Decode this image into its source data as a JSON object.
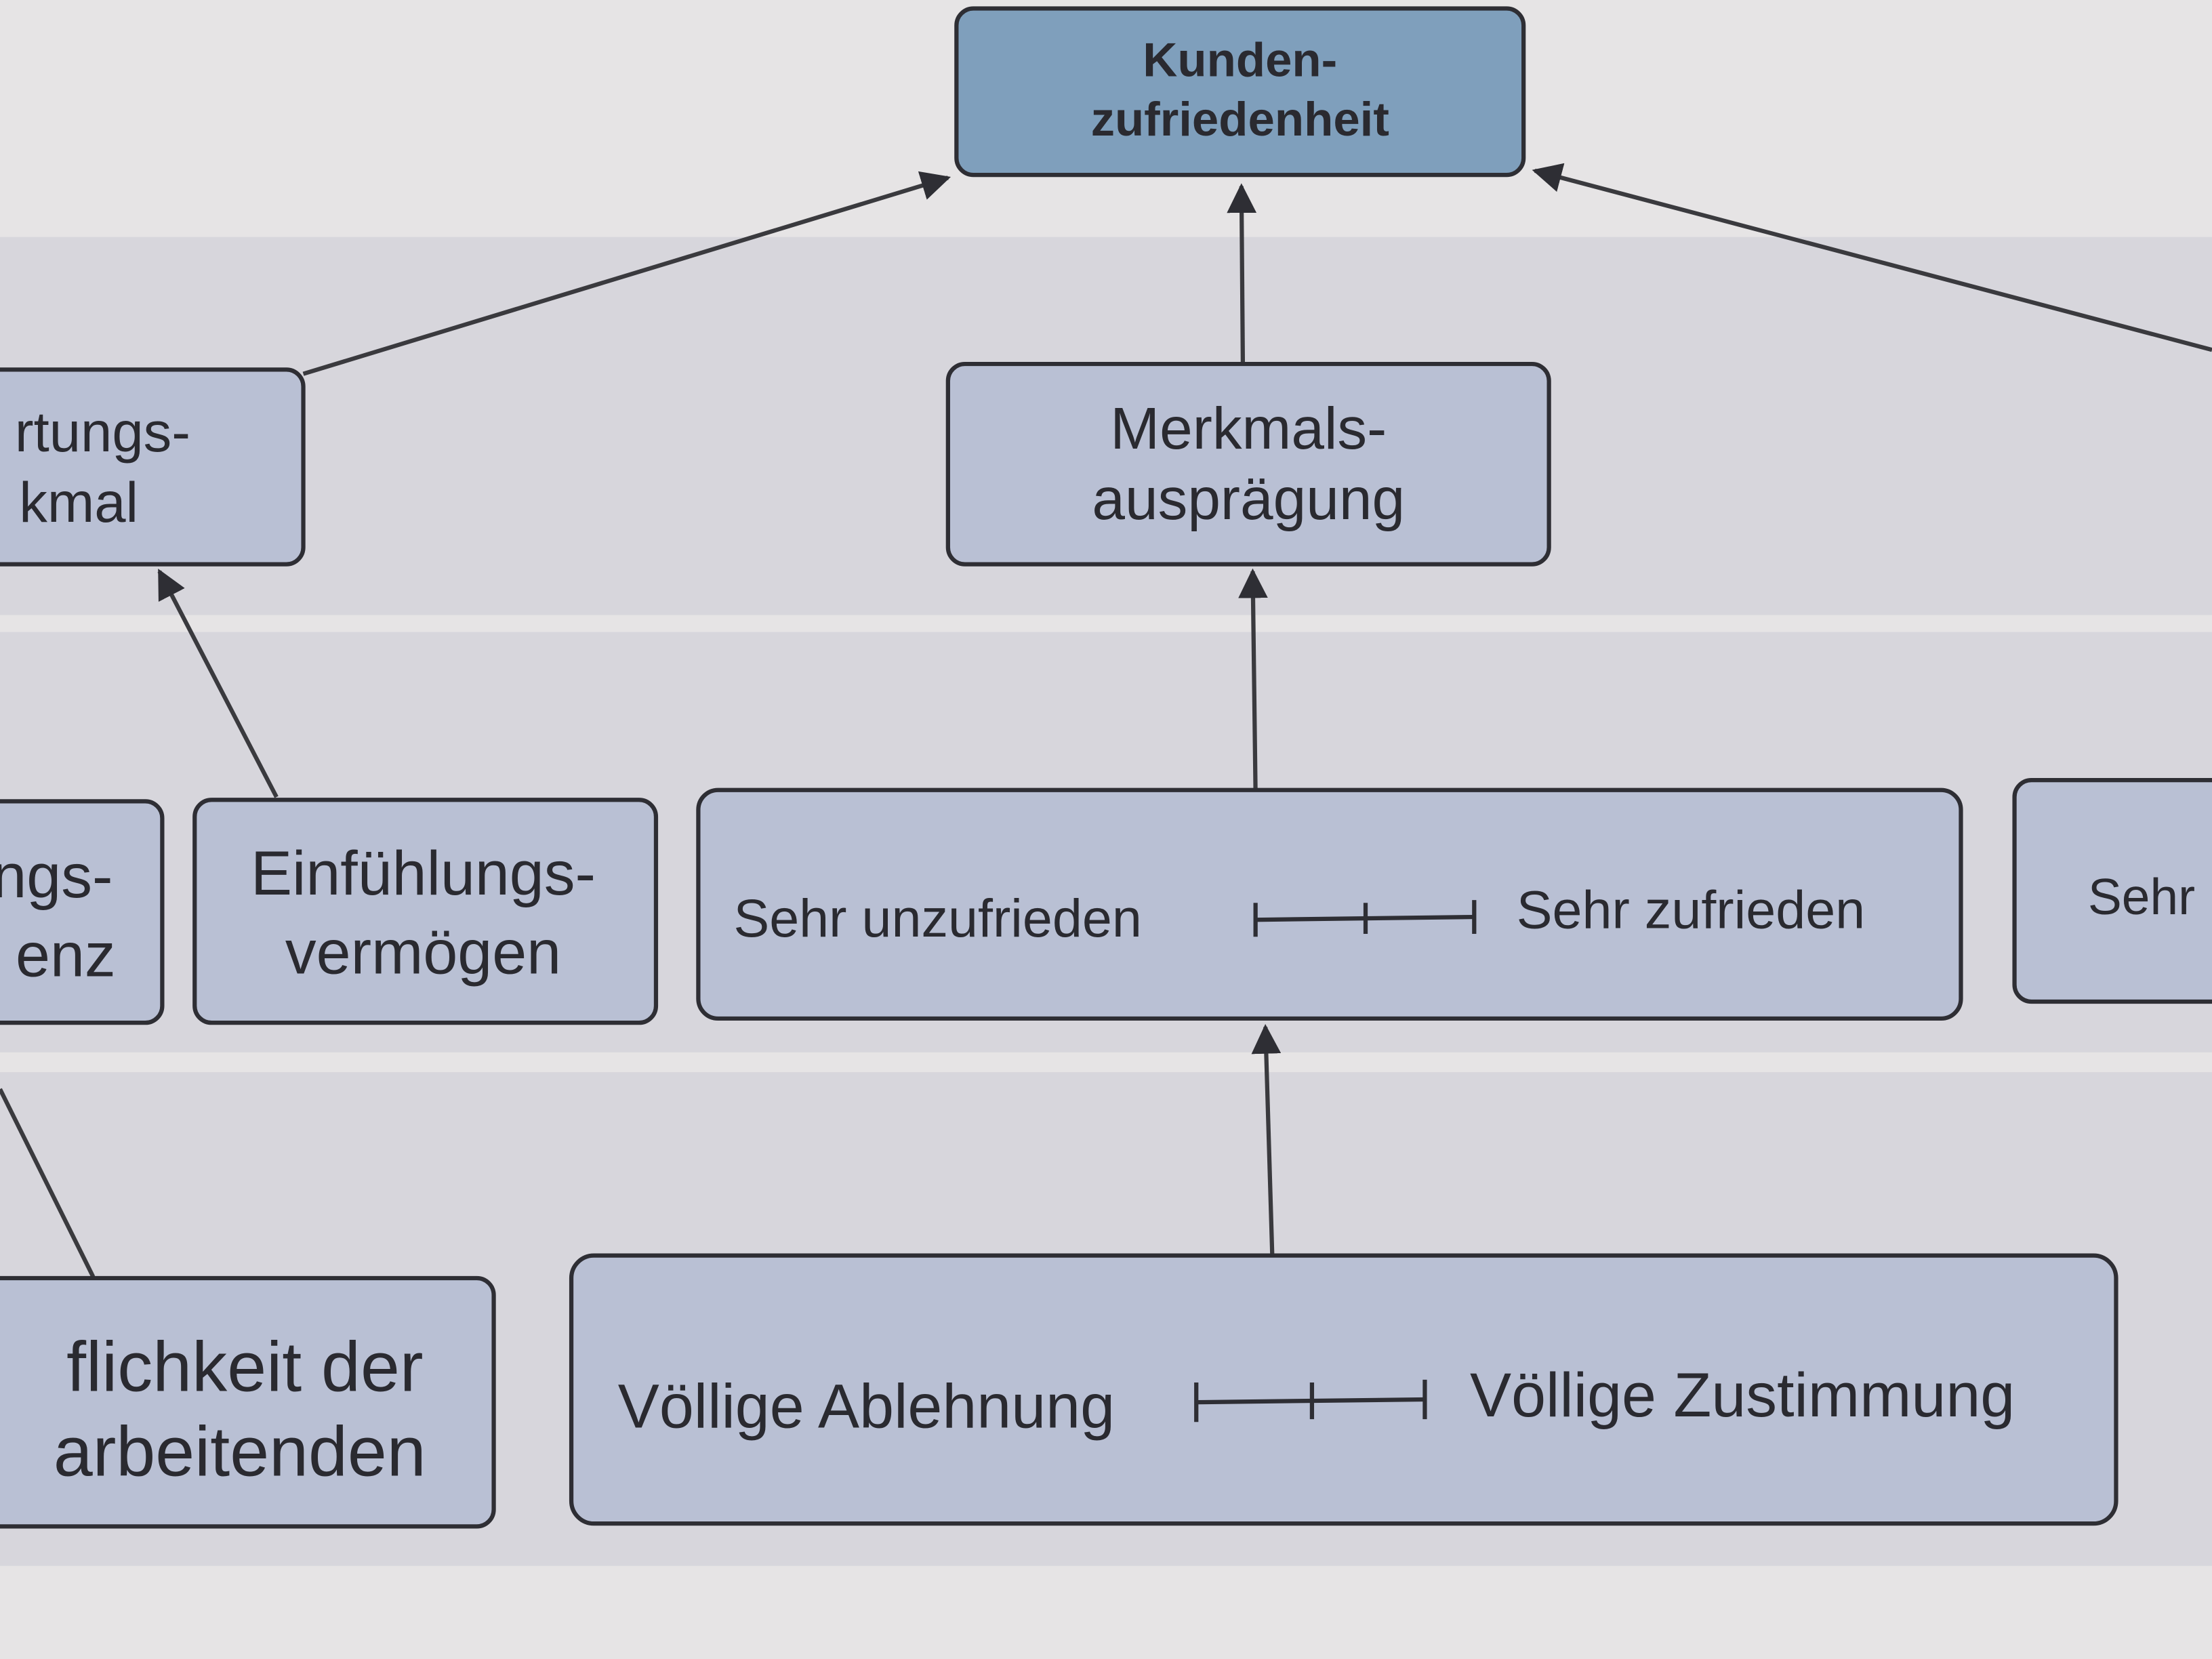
{
  "top": {
    "line1": "Kunden-",
    "line2": "zufriedenheit"
  },
  "level2": {
    "left": {
      "line1": "rtungs-",
      "line2": "kmal"
    },
    "center": {
      "line1": "Merkmals-",
      "line2": "ausprägung"
    }
  },
  "level3": {
    "left_partial": {
      "line1": "ngs-",
      "line2": "enz"
    },
    "empathy": {
      "line1": "Einfühlungs-",
      "line2": "vermögen"
    },
    "scale": {
      "left": "Sehr unzufrieden",
      "right": "Sehr zufrieden"
    },
    "right_partial": "Sehr"
  },
  "level4": {
    "left_partial": {
      "line1": "flichkeit der",
      "line2": "arbeitenden"
    },
    "scale": {
      "left": "Völlige Ablehnung",
      "right": "Völlige Zustimmung"
    }
  },
  "colors": {
    "top_box": "#7f9fbc",
    "box": "#b9c0d4",
    "background": "#e4e2e3"
  }
}
